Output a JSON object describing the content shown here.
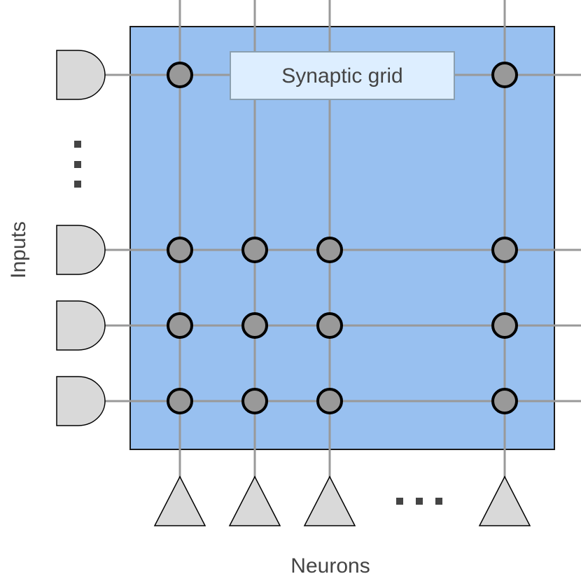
{
  "diagram": {
    "grid_label": "Synaptic grid",
    "inputs_label": "Inputs",
    "neurons_label": "Neurons",
    "visible_inputs": 4,
    "visible_neurons": 4,
    "vertical_ellipsis": "…",
    "horizontal_ellipsis": "…"
  },
  "colors": {
    "grid_fill": "#98c0f0",
    "grid_border": "#1a1a1a",
    "wire": "#999999",
    "synapse_fill": "#999999",
    "synapse_stroke": "#000000",
    "component_fill": "#d9d9d9",
    "label_box_fill": "#ddeeff",
    "label_box_border": "#8a9fb0",
    "text": "#444444"
  },
  "icons": {
    "input": "and-gate-icon",
    "neuron": "triangle-icon",
    "synapse": "circle-node-icon"
  }
}
